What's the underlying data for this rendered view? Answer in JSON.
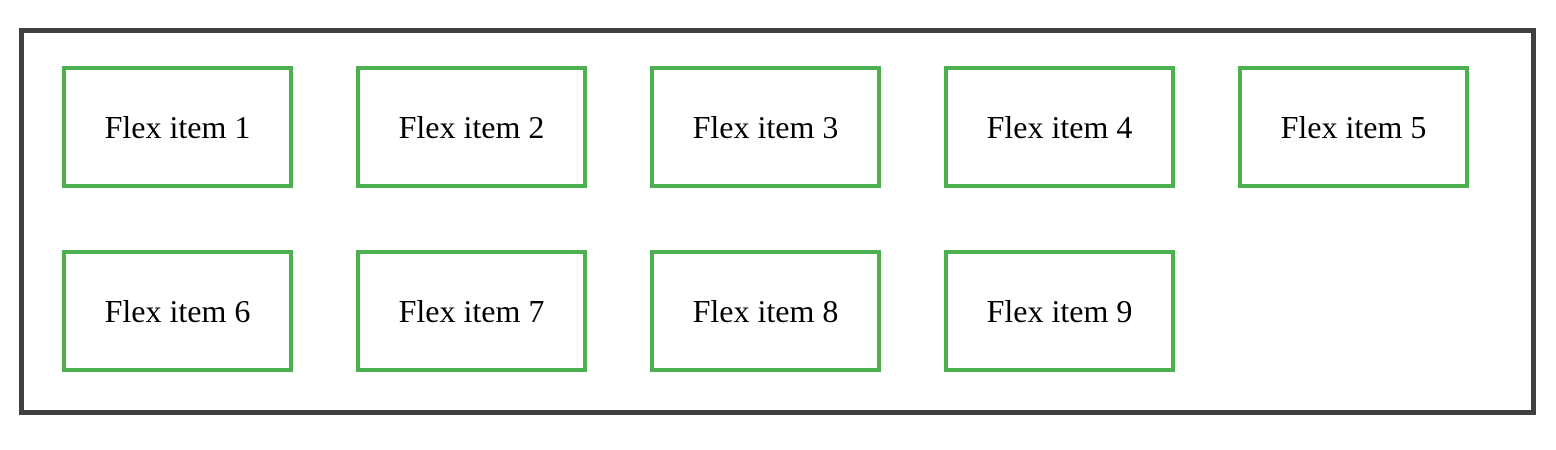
{
  "flex_container": {
    "items": [
      {
        "label": "Flex item 1"
      },
      {
        "label": "Flex item 2"
      },
      {
        "label": "Flex item 3"
      },
      {
        "label": "Flex item 4"
      },
      {
        "label": "Flex item 5"
      },
      {
        "label": "Flex item 6"
      },
      {
        "label": "Flex item 7"
      },
      {
        "label": "Flex item 8"
      },
      {
        "label": "Flex item 9"
      }
    ]
  },
  "colors": {
    "container_border": "#3F3F3F",
    "item_border": "#4CAF50",
    "text": "#000000",
    "background": "#FFFFFF"
  }
}
